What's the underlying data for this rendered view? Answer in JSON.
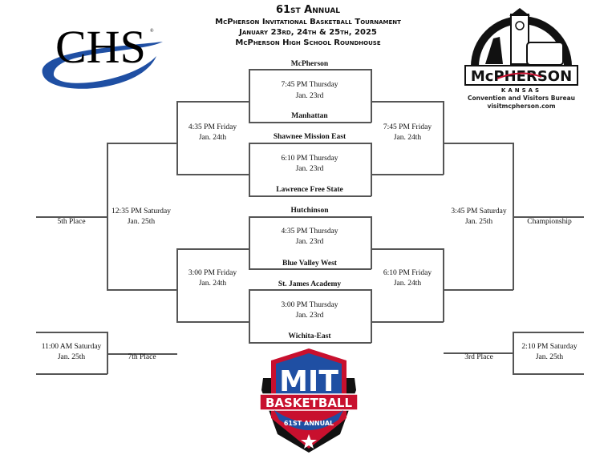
{
  "header": {
    "line1": "61st Annual",
    "line2": "McPherson Invitational Basketball Tournament",
    "line3": "January 23rd, 24th & 25th, 2025",
    "line4": "McPherson High School Roundhouse"
  },
  "logos": {
    "chs": "CHS",
    "mcpherson": {
      "name": "McPHERSON",
      "state": "KANSAS",
      "bureau": "Convention and Visitors Bureau",
      "url": "visitmcpherson.com"
    },
    "mit": {
      "title": "MIT",
      "banner": "BASKETBALL",
      "annual": "61ST ANNUAL"
    }
  },
  "round1": [
    {
      "top_team": "McPherson",
      "time": "7:45 PM Thursday",
      "date": "Jan. 23rd",
      "bottom_team": "Manhattan"
    },
    {
      "top_team": "Shawnee Mission East",
      "time": "6:10 PM Thursday",
      "date": "Jan. 23rd",
      "bottom_team": "Lawrence Free State"
    },
    {
      "top_team": "Hutchinson",
      "time": "4:35 PM Thursday",
      "date": "Jan. 23rd",
      "bottom_team": "Blue Valley West"
    },
    {
      "top_team": "St. James Academy",
      "time": "3:00 PM Thursday",
      "date": "Jan. 23rd",
      "bottom_team": "Wichita-East"
    }
  ],
  "consolation": {
    "semi_top": {
      "time": "4:35 PM Friday",
      "date": "Jan. 24th"
    },
    "semi_bottom": {
      "time": "3:00 PM Friday",
      "date": "Jan. 24th"
    },
    "fifth": {
      "time": "12:35 PM Saturday",
      "date": "Jan. 25th",
      "label": "5th Place"
    },
    "seventh": {
      "time": "11:00 AM Saturday",
      "date": "Jan. 25th",
      "label": "7th Place"
    }
  },
  "winners": {
    "semi_top": {
      "time": "7:45 PM Friday",
      "date": "Jan. 24th"
    },
    "semi_bottom": {
      "time": "6:10 PM Friday",
      "date": "Jan. 24th"
    },
    "final": {
      "time": "3:45 PM Saturday",
      "date": "Jan. 25th",
      "label": "Championship"
    },
    "third": {
      "time": "2:10 PM Saturday",
      "date": "Jan. 25th",
      "label": "3rd Place"
    }
  }
}
